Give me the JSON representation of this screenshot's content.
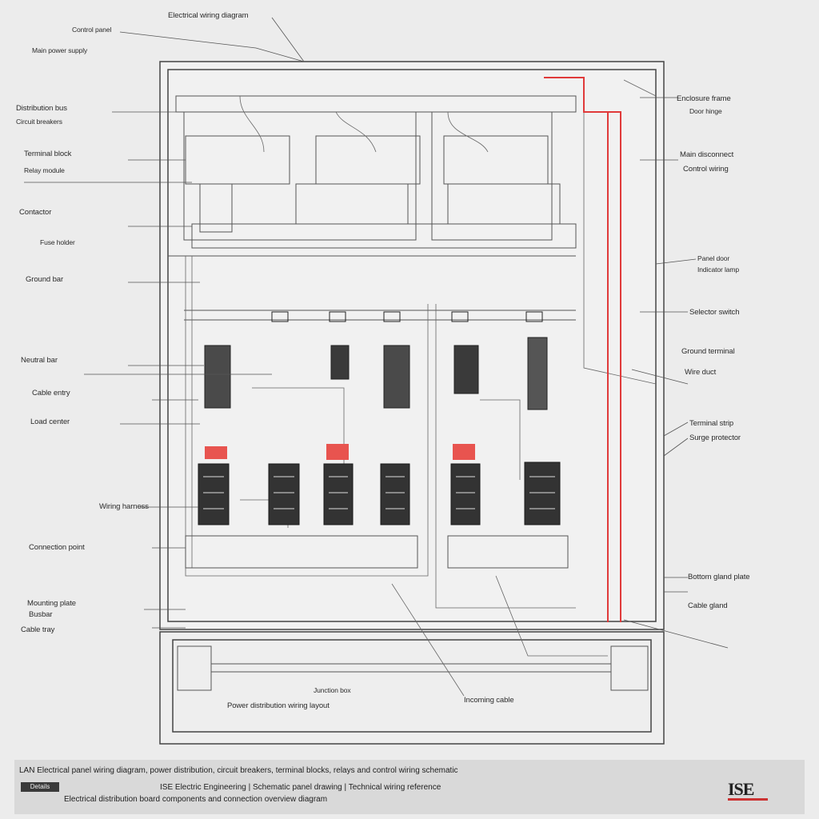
{
  "diagram": {
    "accent_red": "#e03a3a",
    "line_color": "#3a3a3a",
    "module_color": "#2f2f2f",
    "labels_left": [
      "Electrical wiring diagram",
      "Control panel",
      "Main power supply",
      "Distribution bus",
      "Circuit breakers",
      "Terminal block",
      "Relay module",
      "Contactor",
      "Fuse holder",
      "Ground bar",
      "Neutral bar",
      "Cable entry",
      "Load center",
      "Wiring harness",
      "Connection point",
      "Mounting plate",
      "Busbar",
      "Cable tray"
    ],
    "labels_right": [
      "Enclosure frame",
      "Door hinge",
      "Main disconnect",
      "Control wiring",
      "Panel door",
      "Indicator lamp",
      "Selector switch",
      "Ground terminal",
      "Wire duct",
      "Terminal strip",
      "Surge protector",
      "Bottom gland plate",
      "Cable gland"
    ],
    "labels_bottom": [
      "Junction box",
      "Power distribution wiring layout",
      "Incoming cable"
    ]
  },
  "footer": {
    "line1": "LAN Electrical panel wiring diagram, power distribution, circuit breakers, terminal blocks, relays and control wiring schematic",
    "tag": "Details",
    "line2": "ISE Electric Engineering  |  Schematic panel drawing  |  Technical wiring reference",
    "line3": "Electrical distribution board components and connection overview diagram",
    "logo": "ISE"
  }
}
